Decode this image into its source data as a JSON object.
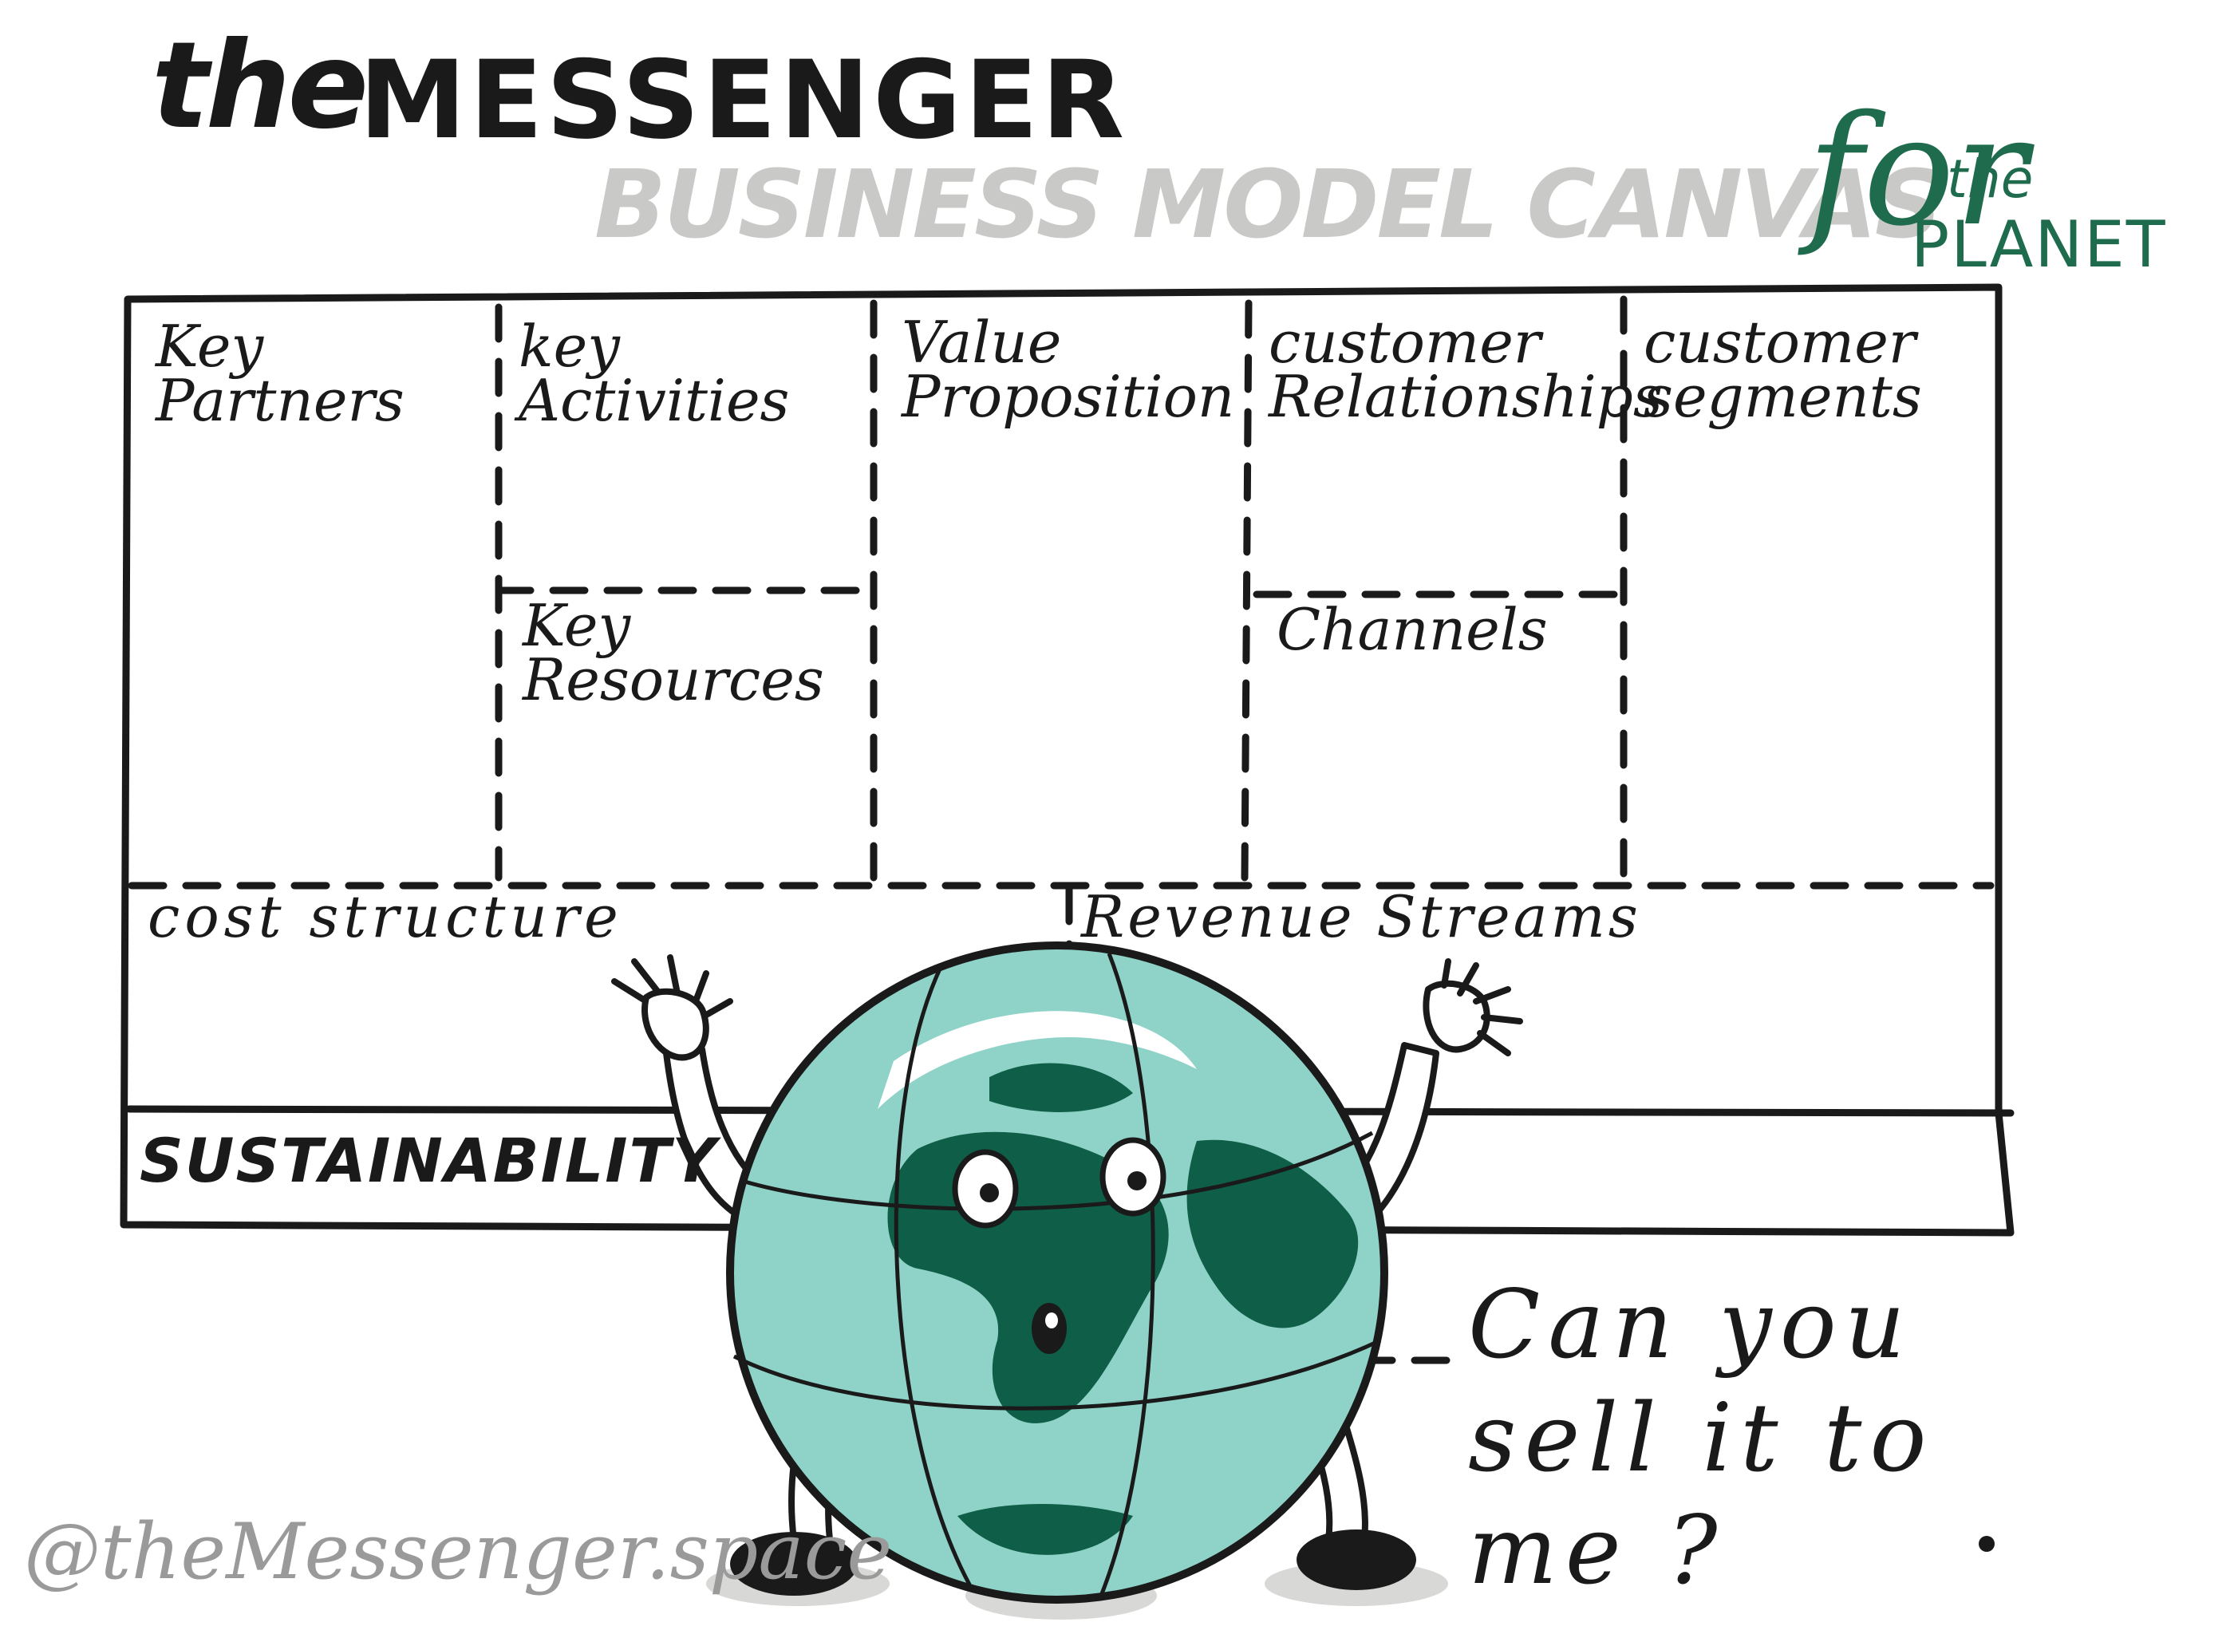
{
  "header": {
    "title_prefix": "the",
    "title_main": "MESSENGER",
    "subtitle": "BUSINESS MODEL CANVAS",
    "for_word": "for",
    "the_word": "the",
    "planet_word": "PLANET"
  },
  "canvas": {
    "cells": {
      "key_partners": "Key Partners",
      "key_activities": "key Activities",
      "key_resources": "Key Resources",
      "value_proposition": "Value Proposition",
      "customer_relationships": "customer Relationships",
      "channels": "Channels",
      "customer_segments": "customer segments",
      "cost_structure": "cost structure",
      "revenue_streams": "Revenue Streams",
      "sustainability": "SUSTAINABILITY"
    }
  },
  "speech": {
    "question": "Can you sell it to me ?"
  },
  "footer": {
    "handle": "@theMessenger.space"
  },
  "colors": {
    "ink": "#1a1a1a",
    "brand_green": "#1e6b4e",
    "globe_light": "#8fd3c8",
    "globe_dark": "#0f5e47",
    "subtitle_grey": "#c9c9c7",
    "handle_grey": "#9a9a9a"
  }
}
